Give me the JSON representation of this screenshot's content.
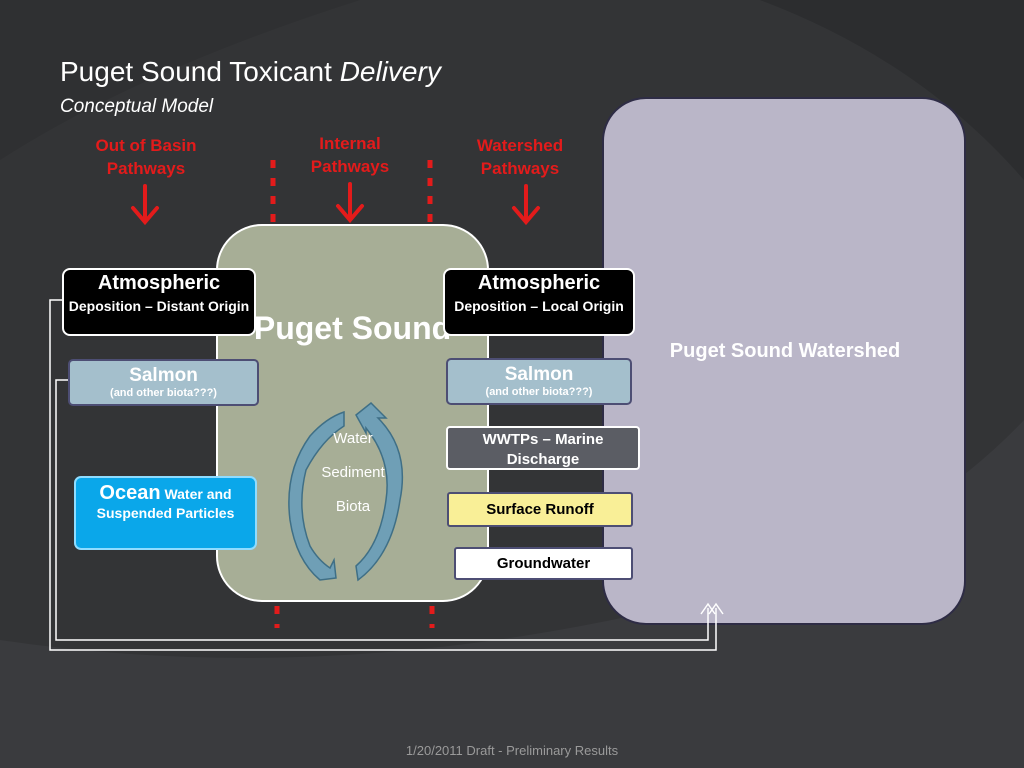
{
  "slide": {
    "title_main": "Puget Sound Toxicant",
    "title_italic": "Delivery",
    "subtitle": "Conceptual Model",
    "footer": "1/20/2011 Draft - Preliminary Results"
  },
  "pathways": {
    "out_of_basin": "Out of Basin Pathways",
    "internal": "Internal Pathways",
    "watershed": "Watershed Pathways"
  },
  "regions": {
    "puget_sound": "Puget Sound",
    "watershed": "Puget Sound Watershed"
  },
  "cycle": {
    "water": "Water",
    "sediment": "Sediment",
    "biota": "Biota"
  },
  "left_sources": {
    "atmospheric_title": "Atmospheric",
    "atmospheric_sub": "Deposition – Distant Origin",
    "salmon_title": "Salmon",
    "salmon_sub": "(and other biota???)",
    "ocean_big": "Ocean",
    "ocean_rest": "Water and Suspended Particles"
  },
  "right_sources": {
    "atmospheric_title": "Atmospheric",
    "atmospheric_sub": "Deposition – Local Origin",
    "salmon_title": "Salmon",
    "salmon_sub": "(and other biota???)",
    "wwtp": "WWTPs – Marine Discharge",
    "surface_runoff": "Surface Runoff",
    "groundwater": "Groundwater"
  },
  "colors": {
    "background": "#333436",
    "pathway_red": "#e31b1b",
    "puget_sound_fill": "#a7ae96",
    "watershed_fill": "#bab6c8",
    "ocean_fill": "#0aa7ea",
    "salmon_fill": "#a4bfcc",
    "runoff_fill": "#f9ef97",
    "cycle_arrow": "#6f9fb6"
  }
}
